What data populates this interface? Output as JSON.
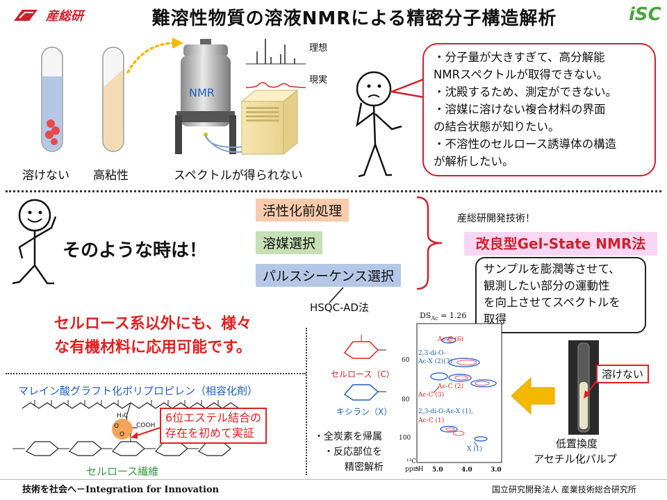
{
  "header": {
    "logo_text": "産総研",
    "title": "難溶性物質の溶液NMRによる精密分子構造解析",
    "logo_right": "iSC"
  },
  "problem": {
    "tube_label_1": "溶けない",
    "tube_label_2": "高粘性",
    "machine_label": "NMR",
    "no_spectrum_label": "スペクトルが得られない",
    "ideal_label": "理想",
    "real_label": "現実",
    "bubble_lines": [
      "・分子量が大きすぎて、高分解能",
      "NMRスペクトルが取得できない。",
      "・沈殿するため、測定ができない。",
      "・溶媒に溶けない複合材料の界面",
      "の結合状態が知りたい。",
      "・不溶性のセルロース誘導体の構造",
      "が解析したい。"
    ]
  },
  "solution": {
    "lead": "そのような時は！",
    "tags": [
      "活性化前処理",
      "溶媒選択",
      "パルスシーケンス選択"
    ],
    "tag_colors": [
      "#f8cbad",
      "#c5e0b4",
      "#b4c7e7"
    ],
    "dev_label": "産総研開発技術！",
    "method": "改良型Gel-State NMR法",
    "method_desc": [
      "サンプルを膨潤等させて、",
      "観測したい部分の運動性",
      "を向上させてスペクトルを",
      "取得"
    ],
    "hsqc": "HSQC-AD法"
  },
  "application": {
    "message_lines": [
      "セルロース系以外にも、様々",
      "な有機材料に応用可能です。"
    ],
    "compat_label": "マレイン酸グラフト化ポリプロピレン（相容化剤）",
    "callout_lines": [
      "6位エステル結合の",
      "存在を初めて実証"
    ],
    "fiber_label": "セルロース繊維",
    "h3c": "H₃C",
    "cooh": "COOH"
  },
  "analysis": {
    "ds_label": "DS",
    "ds_sub": "Ac",
    "ds_value": "= 1.26",
    "cellulose_label": "セルロース（C）",
    "xylan_label": "キシラン（X）",
    "bullet_1": "・全炭素を帰属",
    "bullet_2": "・反応部位を",
    "bullet_3": "精密解析",
    "peaks": [
      "Ac-C (6)",
      "2,3-di-O-",
      "Ac-X (2)(3)",
      "Ac-C (2)",
      "Ac-C (3)",
      "2,3-di-O-Ac-X (1),",
      "Ac-C (1)",
      "X (1)"
    ],
    "axis_ticks": [
      "5.0",
      "4.0",
      "3.0"
    ],
    "y_ticks": [
      "60",
      "80",
      "100"
    ],
    "unit_c": "¹³C",
    "unit_ppm": "ppm",
    "unit_h": "¹H",
    "insoluble_label": "溶けない",
    "pulp_label_1": "低置換度",
    "pulp_label_2": "アセチル化パルプ"
  },
  "footer": {
    "left": "技術を社会へ－Integration for Innovation",
    "right": "国立研究開発法人 産業技術総合研究所"
  }
}
